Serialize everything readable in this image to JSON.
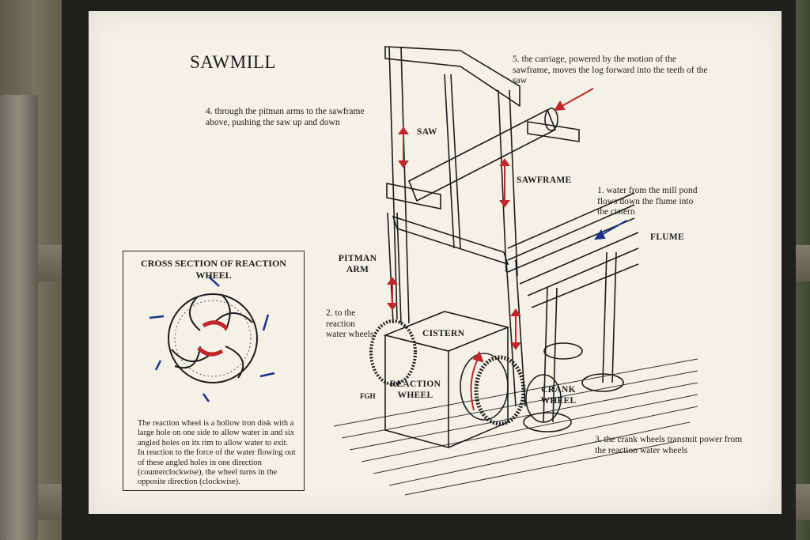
{
  "sign": {
    "title": "SAWMILL",
    "step1": "1. water from the mill pond flows down the flume into the cistern",
    "step2": "2. to the reaction water wheels",
    "step3": "3. the crank wheels transmit power from the reaction water wheels",
    "step4": "4. through the pitman arms to the sawframe above, pushing the saw up and down",
    "step5": "5. the carriage, powered by the motion of the sawframe, moves the log forward into the teeth of the saw",
    "labels": {
      "saw": "SAW",
      "sawframe": "SAWFRAME",
      "flume": "FLUME",
      "pitman_arm": "PITMAN ARM",
      "cistern": "CISTERN",
      "reaction_wheel": "REACTION WHEEL",
      "crank_wheel": "CRANK WHEEL"
    },
    "cross_section": {
      "title": "CROSS SECTION OF REACTION WHEEL",
      "description": "The reaction wheel is a hollow iron disk with a large hole on one side to allow water in and six angled holes on its rim to allow water to exit. In reaction to the force of the water flowing out of these angled holes in one direction (counterclockwise), the wheel turns in the opposite direction (clockwise)."
    },
    "signature": "FGH"
  },
  "colors": {
    "ink": "#1c1c1c",
    "board": "#f4f2e7",
    "arrow_red": "#c0262b",
    "arrow_blue": "#1e2f8c"
  }
}
